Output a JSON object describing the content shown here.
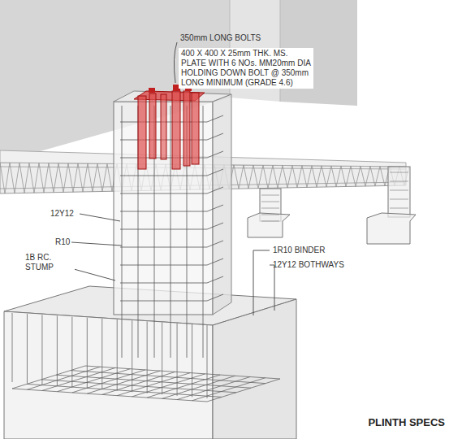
{
  "diagram": {
    "caption": "PLINTH SPECS",
    "labels": [
      "350mm LONG BOLTS",
      "400 X 400 X 25mm THK. MS. PLATE WITH 6 NOs. MM20mm DIA HOLDING DOWN BOLT @ 350mm LONG MINIMUM (GRADE 4.6)",
      "12Y12",
      "R10",
      "1B RC. STUMP",
      "1R10 BINDER",
      "12Y12 BOTHWAYS"
    ]
  }
}
